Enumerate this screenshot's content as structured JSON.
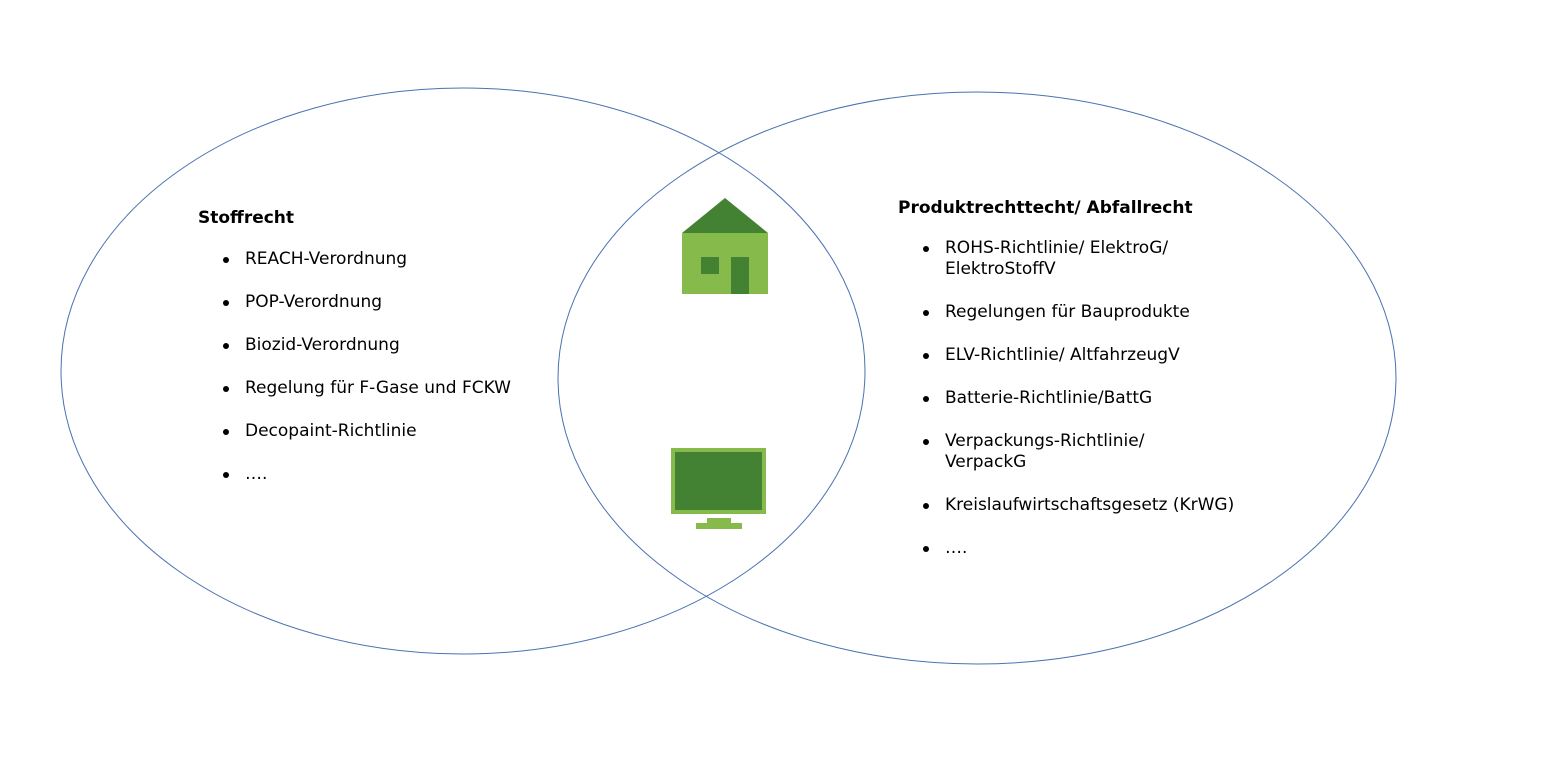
{
  "left": {
    "title": "Stoffrecht",
    "items": [
      "REACH-Verordnung",
      "POP-Verordnung",
      "Biozid-Verordnung",
      "Regelung für F-Gase und FCKW",
      "Decopaint-Richtlinie",
      "…."
    ]
  },
  "right": {
    "title": "Produktrechttecht/ Abfallrecht",
    "items": [
      "ROHS-Richtlinie/ ElektroG/ ElektroStoffV",
      "Regelungen für Bauprodukte",
      "ELV-Richtlinie/ AltfahrzeugV",
      "Batterie-Richtlinie/BattG",
      "Verpackungs-Richtlinie/ VerpackG",
      "Kreislaufwirtschaftsgesetz (KrWG)",
      "…."
    ]
  },
  "icons": [
    "house-icon",
    "monitor-icon"
  ],
  "colors": {
    "outline": "#4a72b0",
    "dark_green": "#438232",
    "light_green": "#86bb4b"
  }
}
